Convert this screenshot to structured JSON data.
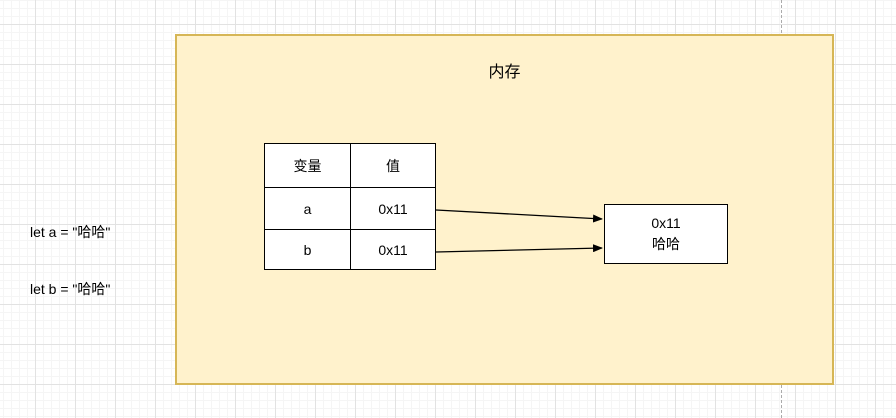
{
  "canvas": {
    "background": "#ffffff",
    "grid_minor_color": "#f5f5f5",
    "grid_major_color": "#e2e2e2",
    "page_divider_color": "#ababab"
  },
  "code_annotation": {
    "line1": "let a = \"哈哈\"",
    "line2": "let b = \"哈哈\""
  },
  "memory_container": {
    "title": "内存",
    "fill": "#fff2cc",
    "stroke": "#d6b656"
  },
  "variables_table": {
    "header": {
      "variable": "变量",
      "value": "值"
    },
    "rows": [
      {
        "variable": "a",
        "value": "0x11"
      },
      {
        "variable": "b",
        "value": "0x11"
      }
    ]
  },
  "heap_object": {
    "address": "0x11",
    "value": "哈哈"
  },
  "arrows": {
    "color": "#000000",
    "count": 2
  }
}
